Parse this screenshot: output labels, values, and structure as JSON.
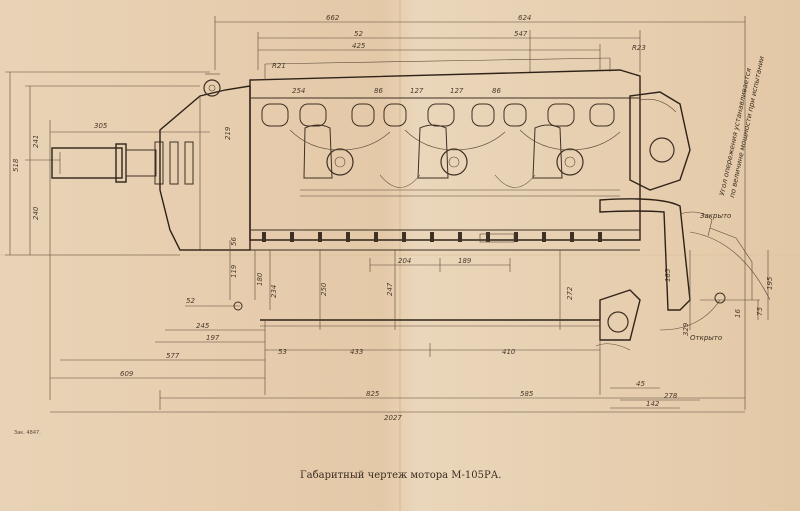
{
  "caption": "Габаритный чертеж мотора М-105РА.",
  "stamp": "Зак. 4847.",
  "annotations": {
    "closed": "Закрыто",
    "open": "Открыто",
    "note_line1": "Угол опережения устанавливается",
    "note_line2": "по величине мощности при испытании"
  },
  "horizontal_dims": [
    {
      "id": "d662",
      "text": "662"
    },
    {
      "id": "d624",
      "text": "624"
    },
    {
      "id": "d52",
      "text": "52"
    },
    {
      "id": "d547",
      "text": "547"
    },
    {
      "id": "d425",
      "text": "425"
    },
    {
      "id": "d305",
      "text": "305"
    },
    {
      "id": "d254",
      "text": "254"
    },
    {
      "id": "d86a",
      "text": "86"
    },
    {
      "id": "d127a",
      "text": "127"
    },
    {
      "id": "d127b",
      "text": "127"
    },
    {
      "id": "d86b",
      "text": "86"
    },
    {
      "id": "d204",
      "text": "204"
    },
    {
      "id": "d189",
      "text": "189"
    },
    {
      "id": "d52b",
      "text": "52"
    },
    {
      "id": "d245",
      "text": "245"
    },
    {
      "id": "d197",
      "text": "197"
    },
    {
      "id": "d53",
      "text": "53"
    },
    {
      "id": "d433",
      "text": "433"
    },
    {
      "id": "d410",
      "text": "410"
    },
    {
      "id": "d577",
      "text": "577"
    },
    {
      "id": "d609",
      "text": "609"
    },
    {
      "id": "d45",
      "text": "45"
    },
    {
      "id": "d278",
      "text": "278"
    },
    {
      "id": "d825",
      "text": "825"
    },
    {
      "id": "d585",
      "text": "585"
    },
    {
      "id": "d142",
      "text": "142"
    },
    {
      "id": "d2027",
      "text": "2027"
    }
  ],
  "vertical_dims": [
    {
      "id": "v241",
      "text": "241"
    },
    {
      "id": "v518",
      "text": "518"
    },
    {
      "id": "v240",
      "text": "240"
    },
    {
      "id": "v219",
      "text": "219"
    },
    {
      "id": "v56",
      "text": "56"
    },
    {
      "id": "v119",
      "text": "119"
    },
    {
      "id": "v180",
      "text": "180"
    },
    {
      "id": "v234",
      "text": "234"
    },
    {
      "id": "v250",
      "text": "250"
    },
    {
      "id": "v247",
      "text": "247"
    },
    {
      "id": "v272",
      "text": "272"
    },
    {
      "id": "v185",
      "text": "185"
    },
    {
      "id": "v329",
      "text": "329"
    },
    {
      "id": "v195",
      "text": "195"
    },
    {
      "id": "v75",
      "text": "75"
    },
    {
      "id": "v16",
      "text": "16"
    }
  ],
  "radii": [
    {
      "id": "r21",
      "text": "R21"
    },
    {
      "id": "r23",
      "text": "R23"
    }
  ]
}
